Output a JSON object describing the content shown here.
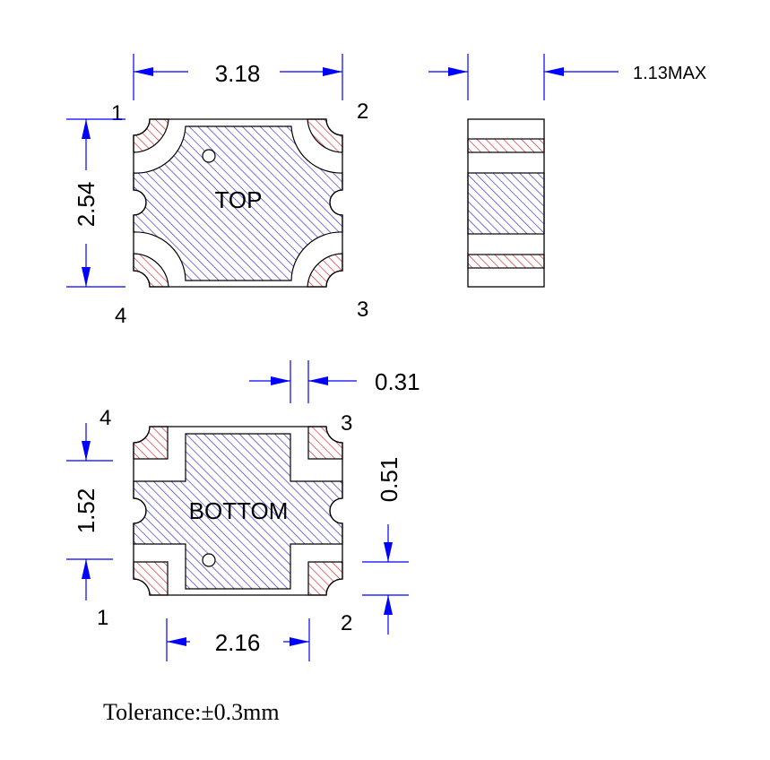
{
  "top_view": {
    "width_dim": "3.18",
    "height_dim": "2.54",
    "label": "TOP",
    "pins": [
      "1",
      "2",
      "3",
      "4"
    ]
  },
  "side_view": {
    "thickness_dim": "1.13MAX"
  },
  "bottom_view": {
    "width_dim": "2.16",
    "height_dim": "1.52",
    "pad_width_dim": "0.31",
    "pad_height_dim": "0.51",
    "label": "BOTTOM",
    "pins": [
      "4",
      "3",
      "1",
      "2"
    ]
  },
  "tolerance": "Tolerance:±0.3mm",
  "colors": {
    "body_hatch": "#2a2ad8",
    "pad_hatch": "#e02020",
    "dimension": "#0000ff"
  }
}
